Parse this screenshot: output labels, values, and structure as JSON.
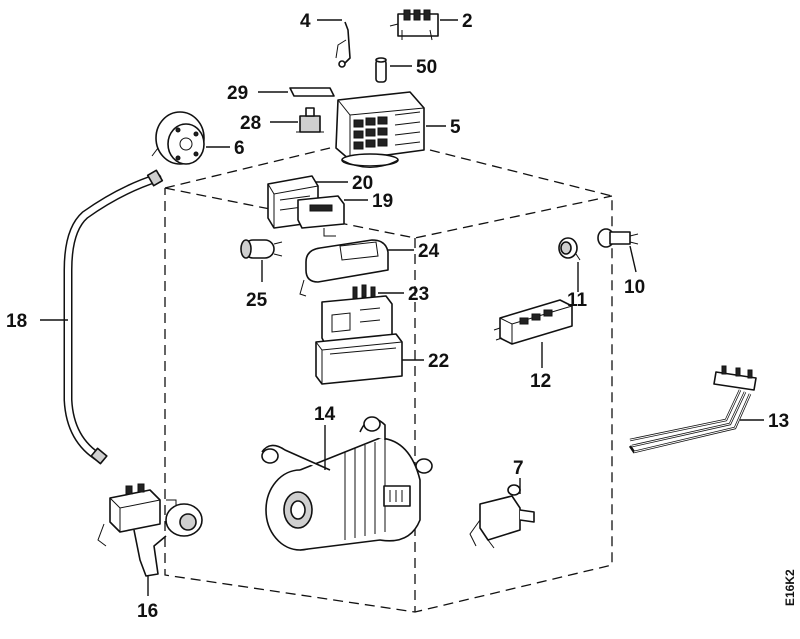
{
  "labels": {
    "p2": "2",
    "p4": "4",
    "p5": "5",
    "p6": "6",
    "p7": "7",
    "p10": "10",
    "p11": "11",
    "p12": "12",
    "p13": "13",
    "p14": "14",
    "p16": "16",
    "p18": "18",
    "p19": "19",
    "p20": "20",
    "p22": "22",
    "p23": "23",
    "p24": "24",
    "p25": "25",
    "p28": "28",
    "p29": "29",
    "p50": "50"
  },
  "drawing_code": "E16K2"
}
